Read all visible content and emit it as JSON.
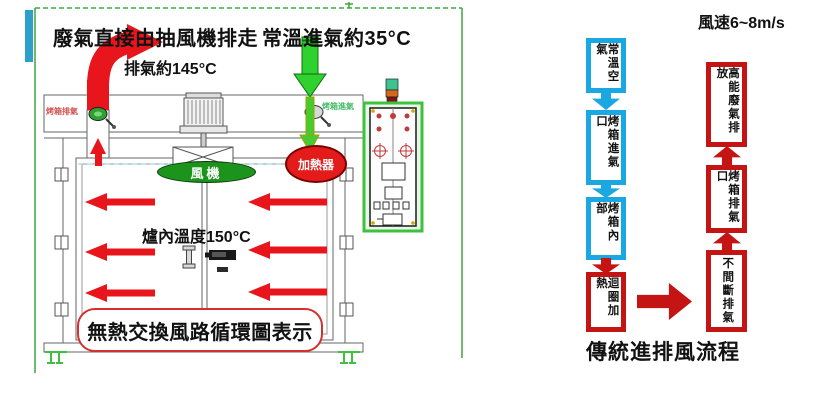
{
  "left_diagram": {
    "title_exhaust": "廢氣直接由抽風機排走",
    "title_intake": "常溫進氣約35°C",
    "exhaust_temp": "排氣約145°C",
    "oven_temp": "爐內溫度150°C",
    "bottom_label": "無熱交換風路循環圖表示",
    "fan_label": "風機",
    "heater_label": "加熱器",
    "port_exhaust": "烤箱排氣",
    "port_intake": "烤箱進氣"
  },
  "flowchart": {
    "wind_speed": "風速6~8m/s",
    "caption": "傳統進排風流程",
    "left_column_flow": "top-to-bottom",
    "right_column_flow": "bottom-to-top",
    "left_column": [
      {
        "label": "常溫空氣",
        "border": "#1ba7e1"
      },
      {
        "label": "烤箱進氣口",
        "border": "#1ba7e1"
      },
      {
        "label": "烤箱內部",
        "border": "#1ba7e1"
      },
      {
        "label": "迴圈加熱",
        "border": "#c41414"
      }
    ],
    "right_column": [
      {
        "label": "高能廢氣排放",
        "border": "#c41414"
      },
      {
        "label": "烤箱排氣口",
        "border": "#c41414"
      },
      {
        "label": "不間斷排氣",
        "border": "#c41414"
      }
    ]
  },
  "colors": {
    "flow_blue": "#1ba7e1",
    "flow_red": "#c41414",
    "hot_arrow_red": "#e8151c",
    "intake_arrow_green": "#2fd12f",
    "fan_green": "#1c941c",
    "heater_red": "#e41b1b",
    "frame_green": "#3fa53f",
    "cyan_bar": "#2d9fc9"
  }
}
